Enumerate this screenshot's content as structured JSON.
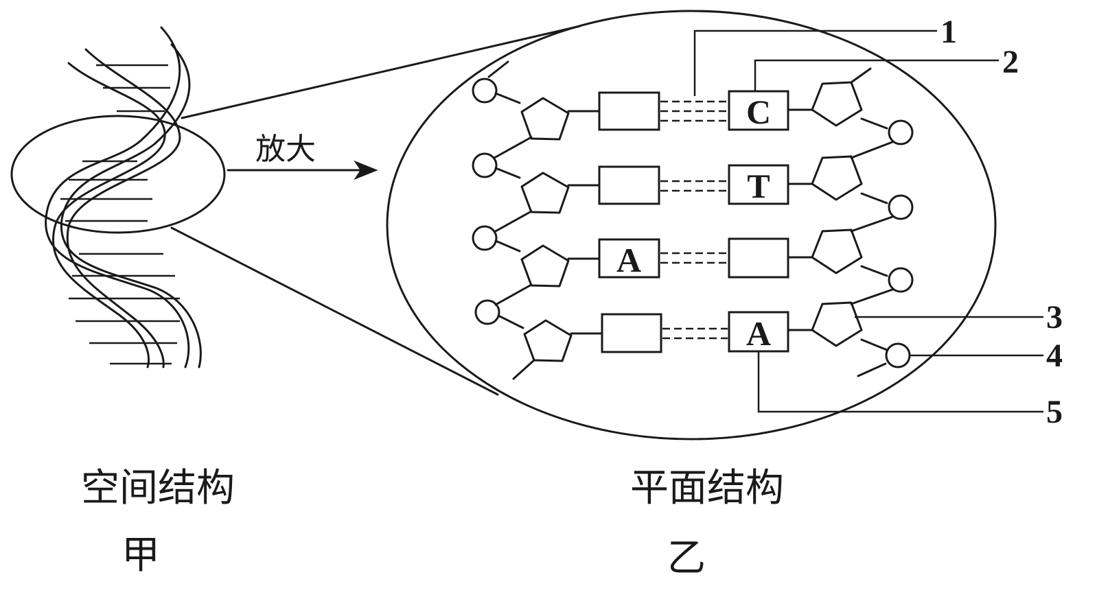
{
  "labels": {
    "magnify": "放大",
    "left_caption_line1": "空间结构",
    "left_caption_line2": "甲",
    "right_caption_line1": "平面结构",
    "right_caption_line2": "乙"
  },
  "callouts": [
    "1",
    "2",
    "3",
    "4",
    "5"
  ],
  "pairs": [
    {
      "left": "",
      "right": "C",
      "bonds": 3
    },
    {
      "left": "",
      "right": "T",
      "bonds": 2
    },
    {
      "left": "A",
      "right": "",
      "bonds": 2
    },
    {
      "left": "",
      "right": "A",
      "bonds": 2
    }
  ]
}
